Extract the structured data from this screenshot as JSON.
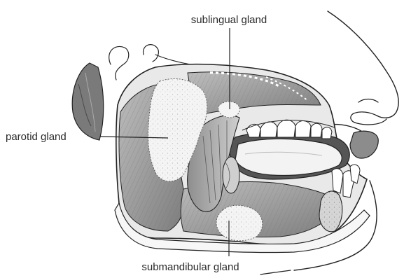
{
  "labels": {
    "sublingual": "sublingual gland",
    "parotid": "parotid gland",
    "submandibular": "submandibular gland"
  },
  "colors": {
    "line": "#222222",
    "muscle_shade": "#9a9a9a",
    "gland_fill": "#f4f4f4",
    "background": "#ffffff"
  }
}
